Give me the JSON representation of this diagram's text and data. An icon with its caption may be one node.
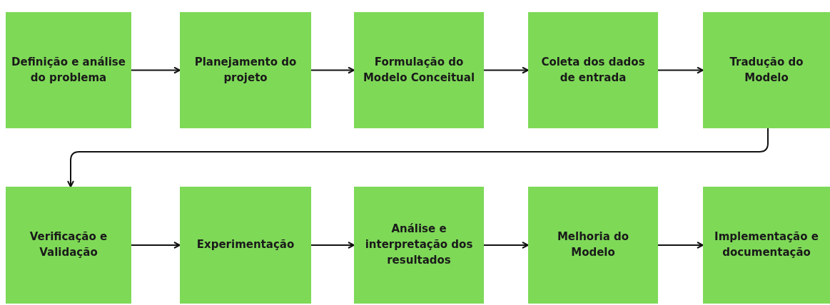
{
  "diagram": {
    "nodes": [
      {
        "text": [
          "Definição e análise do problema"
        ]
      },
      {
        "text": [
          "Planejamento do projeto"
        ]
      },
      {
        "text": [
          "Formulação do Modelo Conceitual"
        ]
      },
      {
        "text": [
          "Coleta dos dados de entrada"
        ]
      },
      {
        "text": [
          "Tradução do Modelo"
        ]
      },
      {
        "text": [
          "Verificação e Validação"
        ]
      },
      {
        "text": [
          "Experimentação"
        ]
      },
      {
        "text": [
          "Análise e interpretação dos resultados"
        ]
      },
      {
        "text": [
          "Melhoria do Modelo"
        ]
      },
      {
        "text": [
          "Implementação e documentação"
        ]
      }
    ],
    "edges": [
      {
        "from": 0,
        "to": 1,
        "arrow": "to"
      },
      {
        "from": 1,
        "to": 2,
        "arrow": "to"
      },
      {
        "from": 2,
        "to": 3,
        "arrow": "to"
      },
      {
        "from": 3,
        "to": 4,
        "arrow": "to"
      },
      {
        "from": 4,
        "to": 5,
        "arrow": "to"
      },
      {
        "from": 5,
        "to": 6,
        "arrow": "to"
      },
      {
        "from": 6,
        "to": 7,
        "arrow": "to"
      },
      {
        "from": 7,
        "to": 8,
        "arrow": "to"
      },
      {
        "from": 8,
        "to": 9,
        "arrow": "to"
      }
    ]
  }
}
